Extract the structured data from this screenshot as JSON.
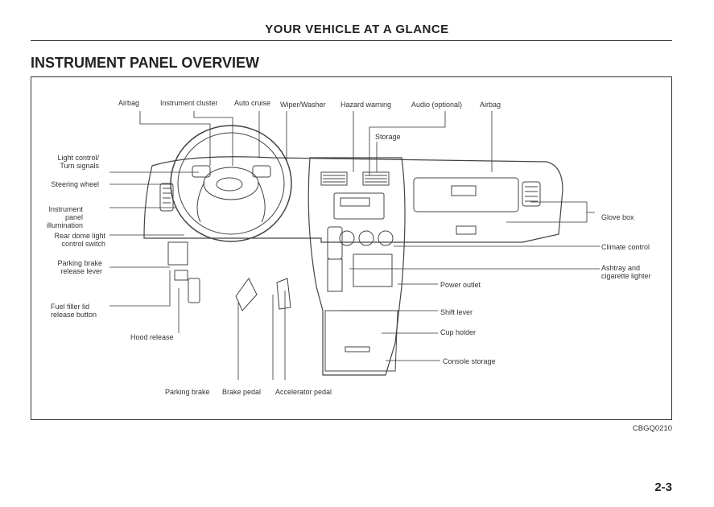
{
  "header": {
    "title": "YOUR VEHICLE AT A GLANCE"
  },
  "section": {
    "title": "INSTRUMENT PANEL OVERVIEW"
  },
  "labels": {
    "airbag_left": "Airbag",
    "instrument_cluster": "Instrument cluster",
    "auto_cruise": "Auto cruise",
    "wiper_washer": "Wiper/Washer",
    "hazard_warning": "Hazard warning",
    "audio": "Audio (optional)",
    "airbag_right": "Airbag",
    "storage": "Storage",
    "light_control": "Light control/\nTurn signals",
    "steering_wheel": "Steering wheel",
    "instrument_illumination": "Instrument panel\nillumination",
    "rear_dome": "Rear dome light\ncontrol switch",
    "parking_brake_release": "Parking brake\nrelease lever",
    "fuel_filler": "Fuel filler lid\nrelease button",
    "hood_release": "Hood release",
    "parking_brake": "Parking brake",
    "brake_pedal": "Brake pedal",
    "accelerator_pedal": "Accelerator pedal",
    "glove_box": "Glove box",
    "climate_control": "Climate control",
    "ashtray": "Ashtray and\ncigarette lighter",
    "power_outlet": "Power outlet",
    "shift_lever": "Shift lever",
    "cup_holder": "Cup holder",
    "console_storage": "Console storage"
  },
  "figure": {
    "code": "CBGQ0210"
  },
  "page": {
    "number": "2-3"
  },
  "colors": {
    "ink": "#222222",
    "rule": "#333333"
  }
}
